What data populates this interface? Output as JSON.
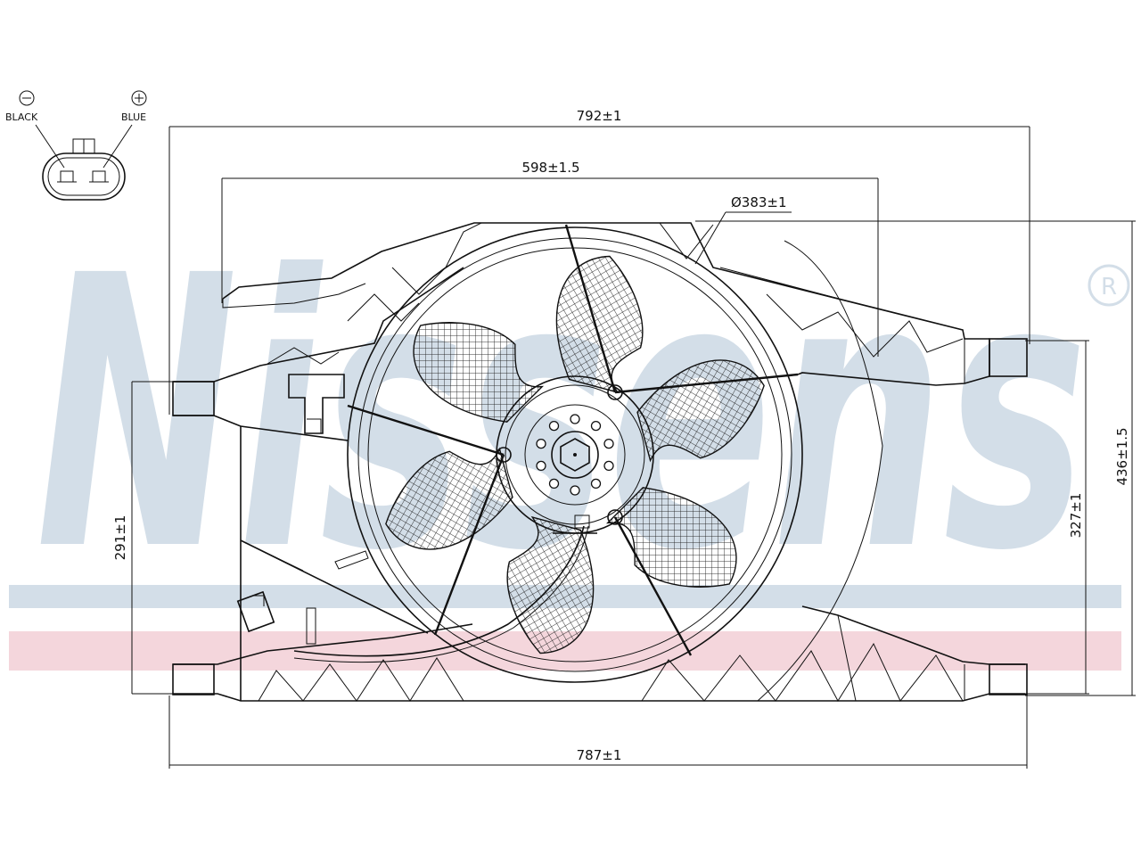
{
  "watermark": {
    "brand": "Nissens",
    "registered_mark": "®",
    "colors": {
      "text": "#d3dee8",
      "blue_band": "#d3dee8",
      "red_band": "#f4d6dc"
    }
  },
  "connector": {
    "negative_symbol": "−",
    "positive_symbol": "+",
    "negative_label": "BLACK",
    "positive_label": "BLUE"
  },
  "dimensions": {
    "overall_width_top": "792±1",
    "shroud_width": "598±1.5",
    "fan_diameter": "Ø383±1",
    "overall_width_bottom": "787±1",
    "left_height": "291±1",
    "right_inner_height": "327±1",
    "right_overall_height": "436±1.5"
  },
  "colors": {
    "line": "#111111",
    "hatch": "#222222",
    "background": "#ffffff"
  }
}
